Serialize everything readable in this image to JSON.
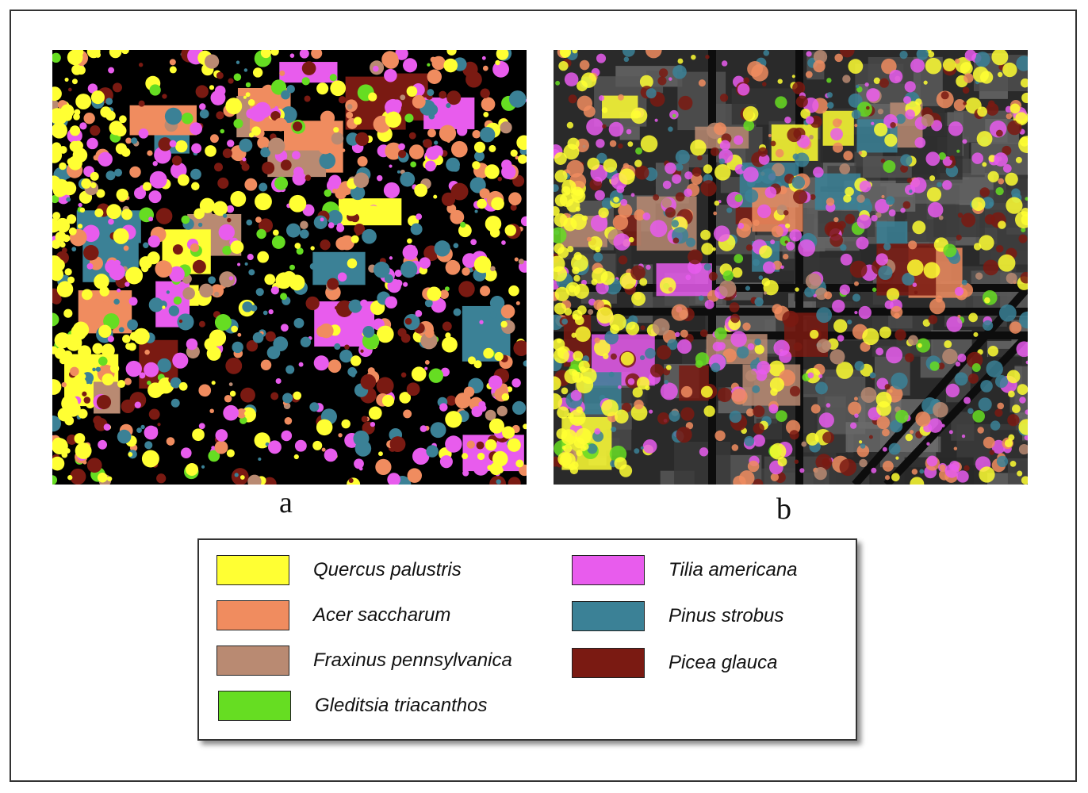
{
  "panels": [
    {
      "label": "a",
      "variant": "classified-map-on-black"
    },
    {
      "label": "b",
      "variant": "classified-map-on-grayscale-image"
    }
  ],
  "legend": {
    "items": [
      {
        "name": "Quercus palustris",
        "color": "#ffff33"
      },
      {
        "name": "Acer saccharum",
        "color": "#f08c5f"
      },
      {
        "name": "Fraxinus pennsylvanica",
        "color": "#b98a72"
      },
      {
        "name": "Gleditsia triacanthos",
        "color": "#66dd22"
      },
      {
        "name": "Tilia americana",
        "color": "#e85ced"
      },
      {
        "name": "Pinus strobus",
        "color": "#3b8196"
      },
      {
        "name": "Picea glauca",
        "color": "#7a1a12"
      }
    ]
  }
}
